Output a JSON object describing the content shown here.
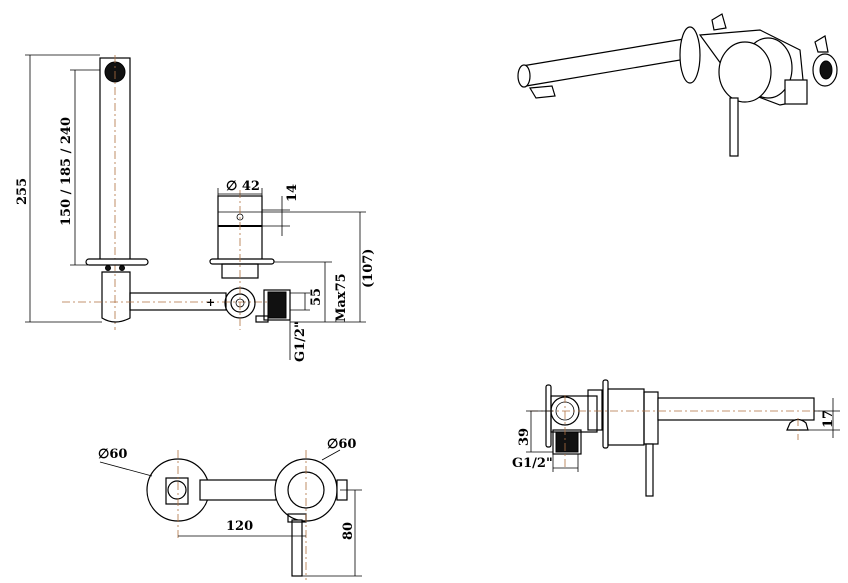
{
  "front_view": {
    "total_height": "255",
    "spout_options": "150 / 185 / 240",
    "handle_diameter": "∅ 42",
    "handle_cap": "14",
    "projection": "(107)",
    "inlet_offset": "55",
    "max_depth": "Max75",
    "thread": "G1/2\""
  },
  "top_view": {
    "plate_left_diameter": "∅60",
    "plate_right_diameter": "∅60",
    "centers": "120",
    "lever_length": "80"
  },
  "side_view": {
    "inlet_height": "39",
    "thread": "G1/2\"",
    "outlet_height": "17"
  }
}
